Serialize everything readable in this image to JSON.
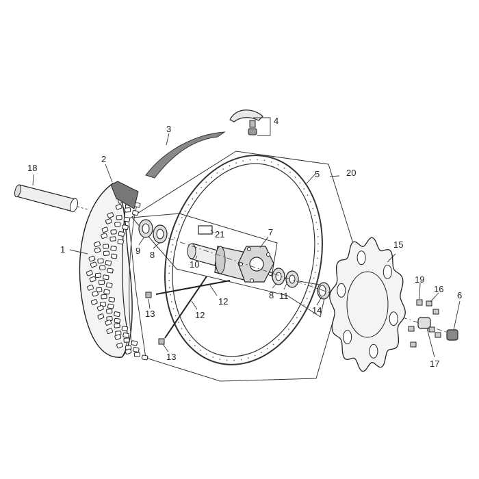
{
  "diagram": {
    "callouts": [
      {
        "id": "c1",
        "text": "1"
      },
      {
        "id": "c2",
        "text": "2"
      },
      {
        "id": "c3",
        "text": "3"
      },
      {
        "id": "c4",
        "text": "4"
      },
      {
        "id": "c5",
        "text": "5"
      },
      {
        "id": "c6",
        "text": "6"
      },
      {
        "id": "c7",
        "text": "7"
      },
      {
        "id": "c8a",
        "text": "8"
      },
      {
        "id": "c8b",
        "text": "8"
      },
      {
        "id": "c9",
        "text": "9"
      },
      {
        "id": "c10",
        "text": "10"
      },
      {
        "id": "c11",
        "text": "11"
      },
      {
        "id": "c12a",
        "text": "12"
      },
      {
        "id": "c12b",
        "text": "12"
      },
      {
        "id": "c13a",
        "text": "13"
      },
      {
        "id": "c13b",
        "text": "13"
      },
      {
        "id": "c14",
        "text": "14"
      },
      {
        "id": "c15",
        "text": "15"
      },
      {
        "id": "c16",
        "text": "16"
      },
      {
        "id": "c17",
        "text": "17"
      },
      {
        "id": "c18",
        "text": "18"
      },
      {
        "id": "c19",
        "text": "19"
      },
      {
        "id": "c20",
        "text": "20"
      },
      {
        "id": "c21",
        "text": "21"
      }
    ],
    "colors": {
      "line": "#333333",
      "tire_tread": "#555555",
      "rim_strip": "#777777",
      "part_fill": "#e6e6e6"
    }
  }
}
